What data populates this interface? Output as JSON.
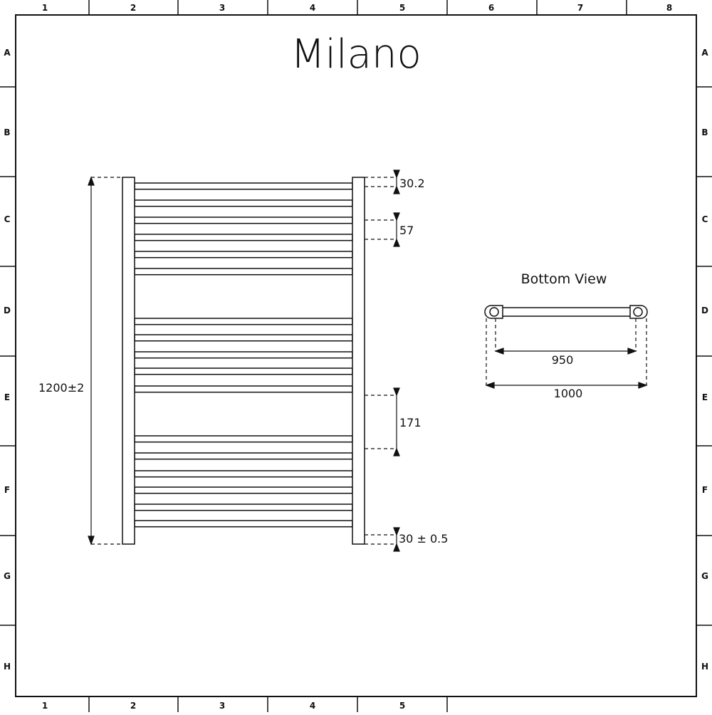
{
  "title": "Milano",
  "grid": {
    "columns_top": [
      "1",
      "2",
      "3",
      "4",
      "5",
      "6",
      "7",
      "8"
    ],
    "columns_bottom": [
      "1",
      "2",
      "3",
      "4",
      "5"
    ],
    "rows": [
      "A",
      "B",
      "C",
      "D",
      "E",
      "F",
      "G",
      "H"
    ]
  },
  "front_view": {
    "height_label": "1200±2",
    "top_gap_label": "30.2",
    "bar_pitch_label": "57",
    "section_gap_label": "171",
    "bottom_gap_label": "30 ± 0.5"
  },
  "bottom_view": {
    "title": "Bottom View",
    "centres_label": "950",
    "overall_width_label": "1000"
  }
}
